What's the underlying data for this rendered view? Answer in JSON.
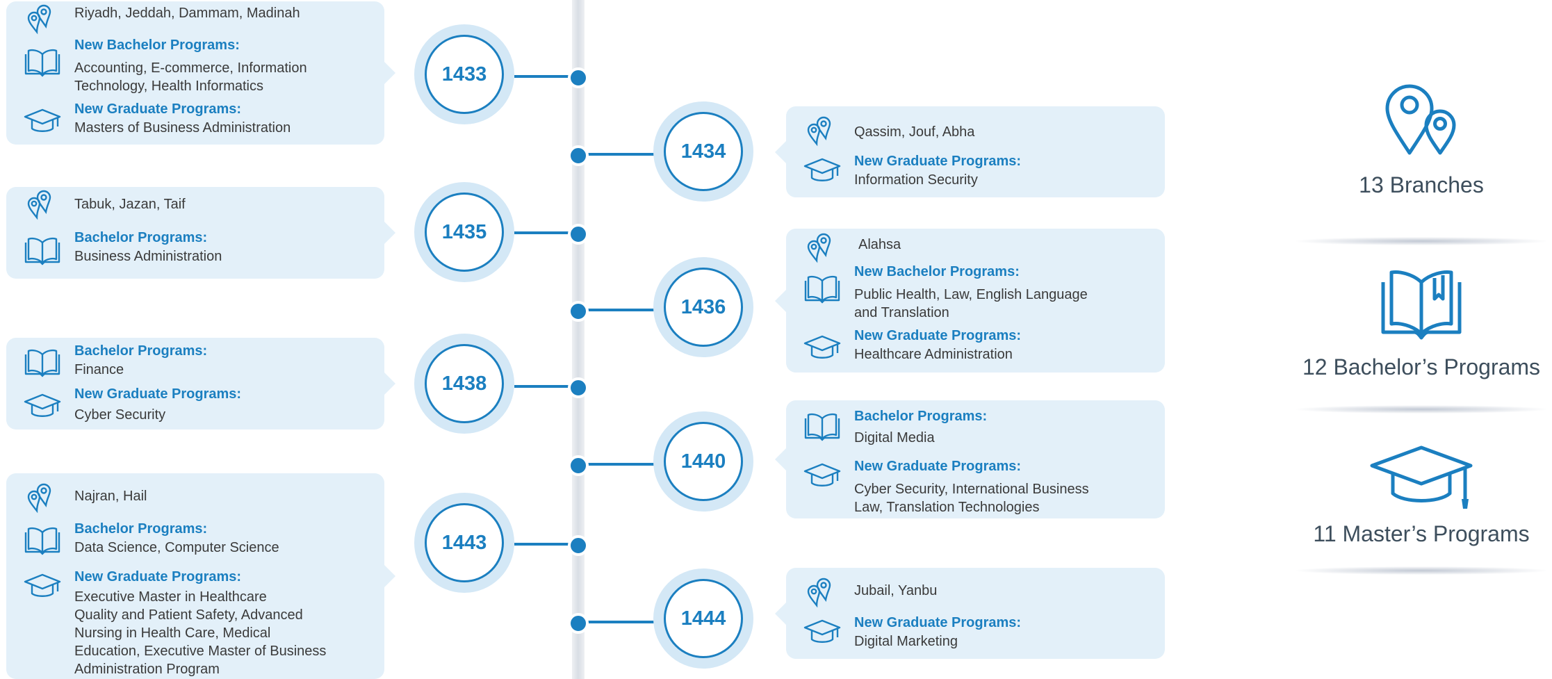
{
  "timeline": [
    {
      "year": "1433",
      "location": "Riyadh, Jeddah, Dammam, Madinah",
      "bachelor_label": "New Bachelor Programs:",
      "bachelor_lines": [
        "Accounting, E-commerce, Information",
        "Technology, Health Informatics"
      ],
      "graduate_label": "New Graduate Programs:",
      "graduate_lines": [
        "Masters of Business Administration"
      ]
    },
    {
      "year": "1434",
      "location": "Qassim, Jouf, Abha",
      "graduate_label": "New Graduate Programs:",
      "graduate_lines": [
        "Information Security"
      ]
    },
    {
      "year": "1435",
      "location": "Tabuk, Jazan, Taif",
      "bachelor_label": "Bachelor Programs:",
      "bachelor_lines": [
        "Business Administration"
      ]
    },
    {
      "year": "1436",
      "location": "Alahsa",
      "bachelor_label": "New Bachelor Programs:",
      "bachelor_lines": [
        "Public Health, Law, English Language",
        "and Translation"
      ],
      "graduate_label": "New Graduate Programs:",
      "graduate_lines": [
        "Healthcare Administration"
      ]
    },
    {
      "year": "1438",
      "bachelor_label": "Bachelor Programs:",
      "bachelor_lines": [
        "Finance"
      ],
      "graduate_label": "New Graduate Programs:",
      "graduate_lines": [
        "Cyber Security"
      ]
    },
    {
      "year": "1440",
      "bachelor_label": "Bachelor Programs:",
      "bachelor_lines": [
        "Digital Media"
      ],
      "graduate_label": "New Graduate Programs:",
      "graduate_lines": [
        "Cyber Security, International Business",
        "Law, Translation Technologies"
      ]
    },
    {
      "year": "1443",
      "location": "Najran, Hail",
      "bachelor_label": "Bachelor Programs:",
      "bachelor_lines": [
        "Data Science, Computer Science"
      ],
      "graduate_label": "New Graduate Programs:",
      "graduate_lines": [
        "Executive Master in Healthcare",
        "Quality and Patient Safety, Advanced",
        "Nursing in Health Care, Medical",
        "Education, Executive Master of Business",
        "Administration Program"
      ]
    },
    {
      "year": "1444",
      "location": "Jubail, Yanbu",
      "graduate_label": "New Graduate Programs:",
      "graduate_lines": [
        "Digital Marketing"
      ]
    }
  ],
  "stats": {
    "branches": "13 Branches",
    "bachelors": "12 Bachelor’s Programs",
    "masters": "11 Master’s Programs"
  },
  "colors": {
    "accent": "#1b7fc0",
    "card": "#e3f0f9",
    "ring": "#d4e8f6"
  },
  "icons": {
    "location": "location-pins-icon",
    "bachelor": "open-book-icon",
    "graduate": "graduation-cap-icon"
  }
}
